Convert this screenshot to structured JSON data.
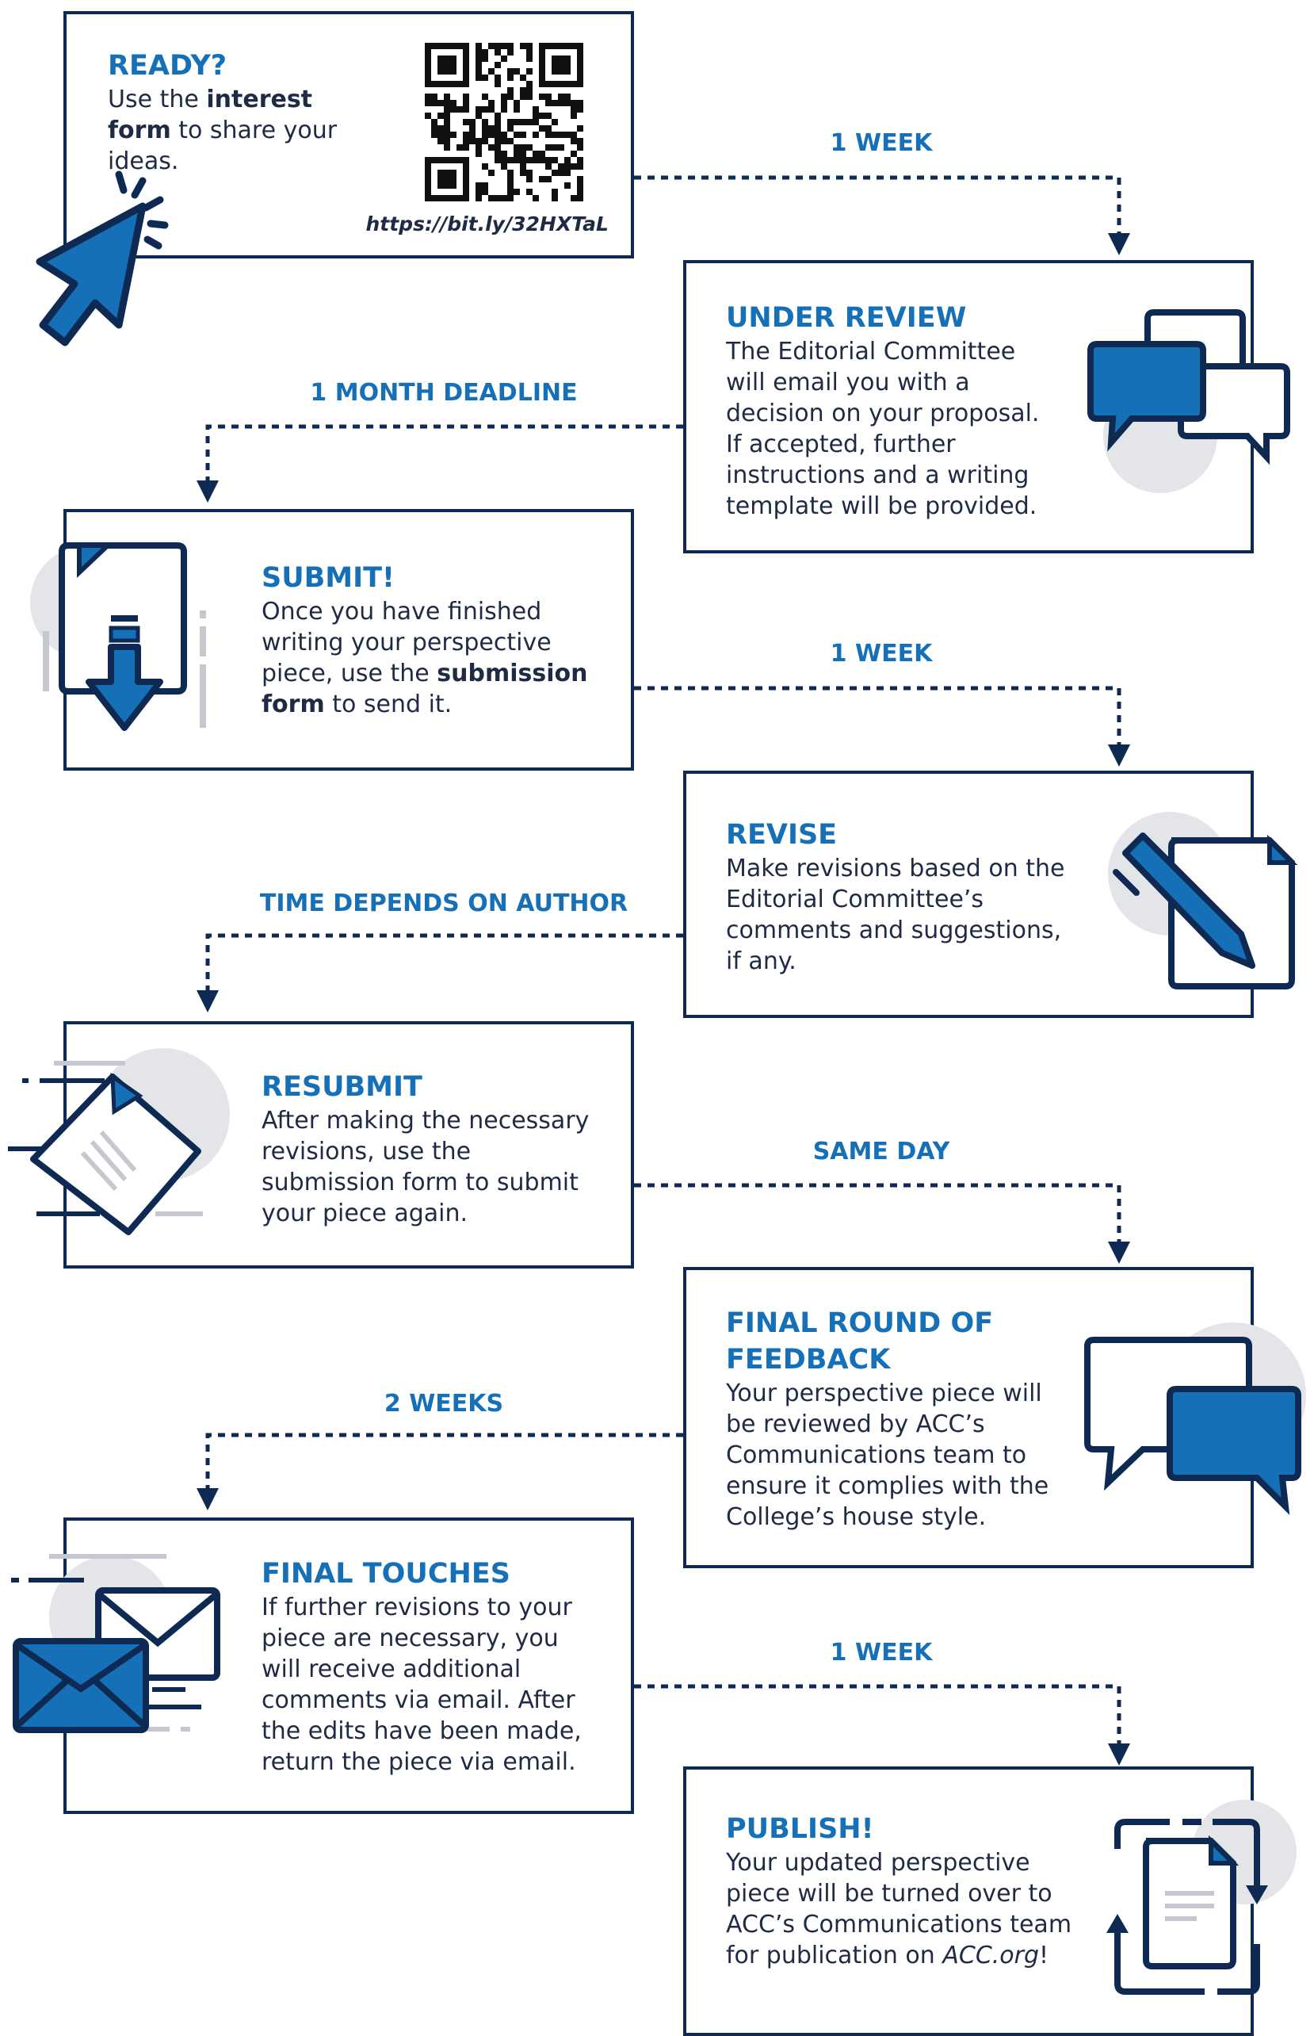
{
  "colors": {
    "navy": "#0f2a52",
    "blue": "#1570b8",
    "gray": "#e3e5e8"
  },
  "steps": [
    {
      "title": "READY?",
      "body": [
        "Use the ",
        {
          "b": "interest form"
        },
        " to share your ideas."
      ],
      "url": "https://bit.ly/32HXTaL",
      "icon": "cursor-click-icon"
    },
    {
      "title": "UNDER REVIEW",
      "body": [
        "The Editorial Committee will email you with a decision on your proposal. If accepted, further instructions and a writing template will be provided."
      ],
      "icon": "chat-bubbles-icon"
    },
    {
      "title": "SUBMIT!",
      "body": [
        "Once you have finished writing your perspective piece, use the ",
        {
          "b": "submission form"
        },
        " to send it."
      ],
      "icon": "document-download-icon"
    },
    {
      "title": "REVISE",
      "body": [
        "Make revisions based on the Editorial Committee’s comments and suggestions, if any."
      ],
      "icon": "document-pen-icon"
    },
    {
      "title": "RESUBMIT",
      "body": [
        "After making the necessary revisions, use the submission form to submit your piece again."
      ],
      "icon": "document-flying-icon"
    },
    {
      "title": "FINAL ROUND OF FEEDBACK",
      "body": [
        "Your perspective piece will be reviewed by ACC’s Communications team to ensure it complies with the College’s house style."
      ],
      "icon": "chat-bubbles-icon"
    },
    {
      "title": "FINAL TOUCHES",
      "body": [
        "If further revisions to your piece are necessary, you will receive additional comments via email. After the edits have been made, return the piece via email."
      ],
      "icon": "envelopes-icon"
    },
    {
      "title": "PUBLISH!",
      "body": [
        "Your updated perspective piece will be turned over to ACC’s Communications team for publication on ",
        {
          "i": "ACC.org"
        },
        "!"
      ],
      "icon": "document-cycle-icon"
    }
  ],
  "connectors": [
    "1 WEEK",
    "1 MONTH DEADLINE",
    "1 WEEK",
    "TIME DEPENDS ON AUTHOR",
    "SAME DAY",
    "2 WEEKS",
    "1 WEEK"
  ]
}
